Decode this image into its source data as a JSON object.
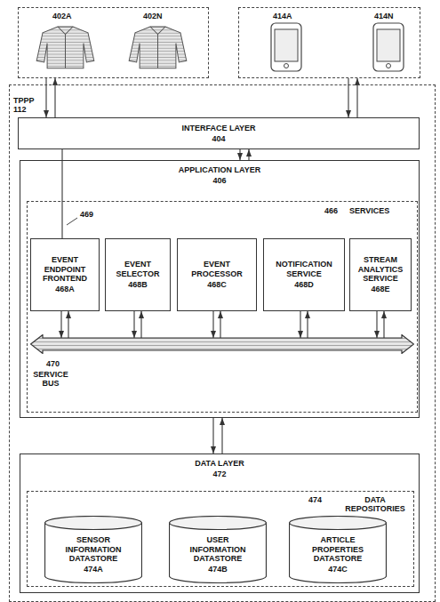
{
  "diagram": {
    "nodes": [
      {
        "text": [
          "402A",
          "402N"
        ]
      },
      {
        "text": [
          "414A",
          "414N"
        ]
      },
      {
        "text": [
          "TPPP 112"
        ]
      },
      {
        "text": [
          "INTERFACE LAYER",
          "404"
        ],
        "in": 2
      },
      {
        "text": [
          "APPLICATION LAYER",
          "406"
        ],
        "in": 2
      },
      {
        "text": [
          "466",
          "SERVICES"
        ],
        "in": 4
      },
      {
        "text": [
          "EVENT ENDPOINT FRONTEND",
          "468A"
        ],
        "in": 5
      },
      {
        "text": [
          "EVENT SELECTOR",
          "468B"
        ],
        "in": 5
      },
      {
        "text": [
          "EVENT PROCESSOR",
          "468C"
        ],
        "in": 5
      },
      {
        "text": [
          "NOTIFICATION SERVICE",
          "468D"
        ],
        "in": 5
      },
      {
        "text": [
          "STREAM ANALYTICS SERVICE",
          "468E"
        ],
        "in": 5
      },
      {
        "text": [
          "470",
          "SERVICE BUS"
        ],
        "in": 5
      },
      {
        "text": [
          "DATA LAYER",
          "472"
        ],
        "in": 2
      },
      {
        "text": [
          "474",
          "DATA REPOSITORIES"
        ],
        "in": 12
      },
      {
        "text": [
          "SENSOR INFORMATION DATASTORE",
          "474A"
        ],
        "in": 13
      },
      {
        "text": [
          "USER INFORMATION DATASTORE",
          "474B"
        ],
        "in": 13
      },
      {
        "text": [
          "ARTICLE PROPERTIES DATASTORE",
          "474C"
        ],
        "in": 13
      }
    ],
    "edges": [
      {
        "from": 0,
        "to": 3,
        "arrow": "to"
      },
      {
        "from": 3,
        "to": 0,
        "arrow": "to"
      },
      {
        "from": 1,
        "to": 3,
        "arrow": "to"
      },
      {
        "from": 3,
        "to": 1,
        "arrow": "to"
      },
      {
        "from": 3,
        "to": 4,
        "arrow": "to"
      },
      {
        "from": 4,
        "to": 3,
        "arrow": "to"
      },
      {
        "from": 3,
        "to": 6,
        "arrow": "none"
      },
      {
        "from": 6,
        "to": 11,
        "arrow": "to"
      },
      {
        "from": 11,
        "to": 6,
        "arrow": "to"
      },
      {
        "from": 7,
        "to": 11,
        "arrow": "to"
      },
      {
        "from": 11,
        "to": 7,
        "arrow": "to"
      },
      {
        "from": 8,
        "to": 11,
        "arrow": "to"
      },
      {
        "from": 11,
        "to": 8,
        "arrow": "to"
      },
      {
        "from": 9,
        "to": 11,
        "arrow": "to"
      },
      {
        "from": 11,
        "to": 9,
        "arrow": "to"
      },
      {
        "from": 10,
        "to": 11,
        "arrow": "to"
      },
      {
        "from": 11,
        "to": 10,
        "arrow": "to"
      },
      {
        "from": 4,
        "to": 12,
        "arrow": "to"
      },
      {
        "from": 12,
        "to": 4,
        "arrow": "to"
      }
    ],
    "labels": [
      "469"
    ]
  }
}
